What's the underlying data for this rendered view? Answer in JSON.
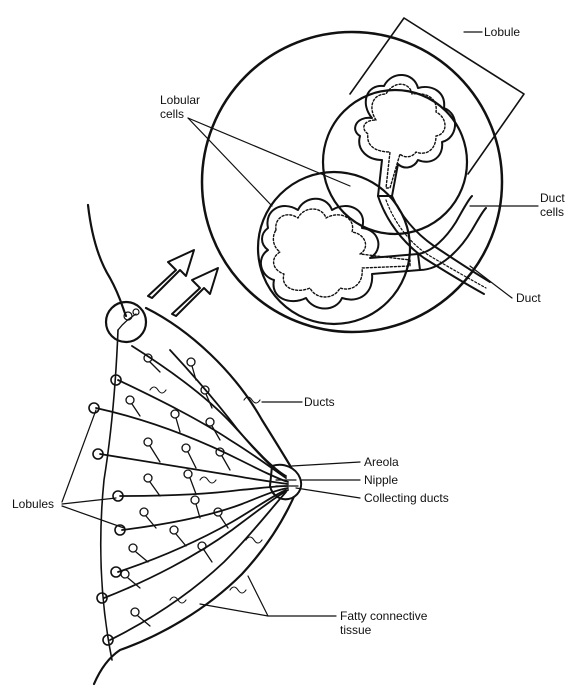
{
  "labels": {
    "lobule": "Lobule",
    "lobular_cells_line1": "Lobular",
    "lobular_cells_line2": "cells",
    "duct_cells_line1": "Duct",
    "duct_cells_line2": "cells",
    "duct": "Duct",
    "ducts": "Ducts",
    "areola": "Areola",
    "nipple": "Nipple",
    "collecting_ducts": "Collecting ducts",
    "lobules": "Lobules",
    "fatty_line1": "Fatty connective",
    "fatty_line2": "tissue"
  },
  "colors": {
    "ink": "#111111",
    "background": "#ffffff"
  }
}
